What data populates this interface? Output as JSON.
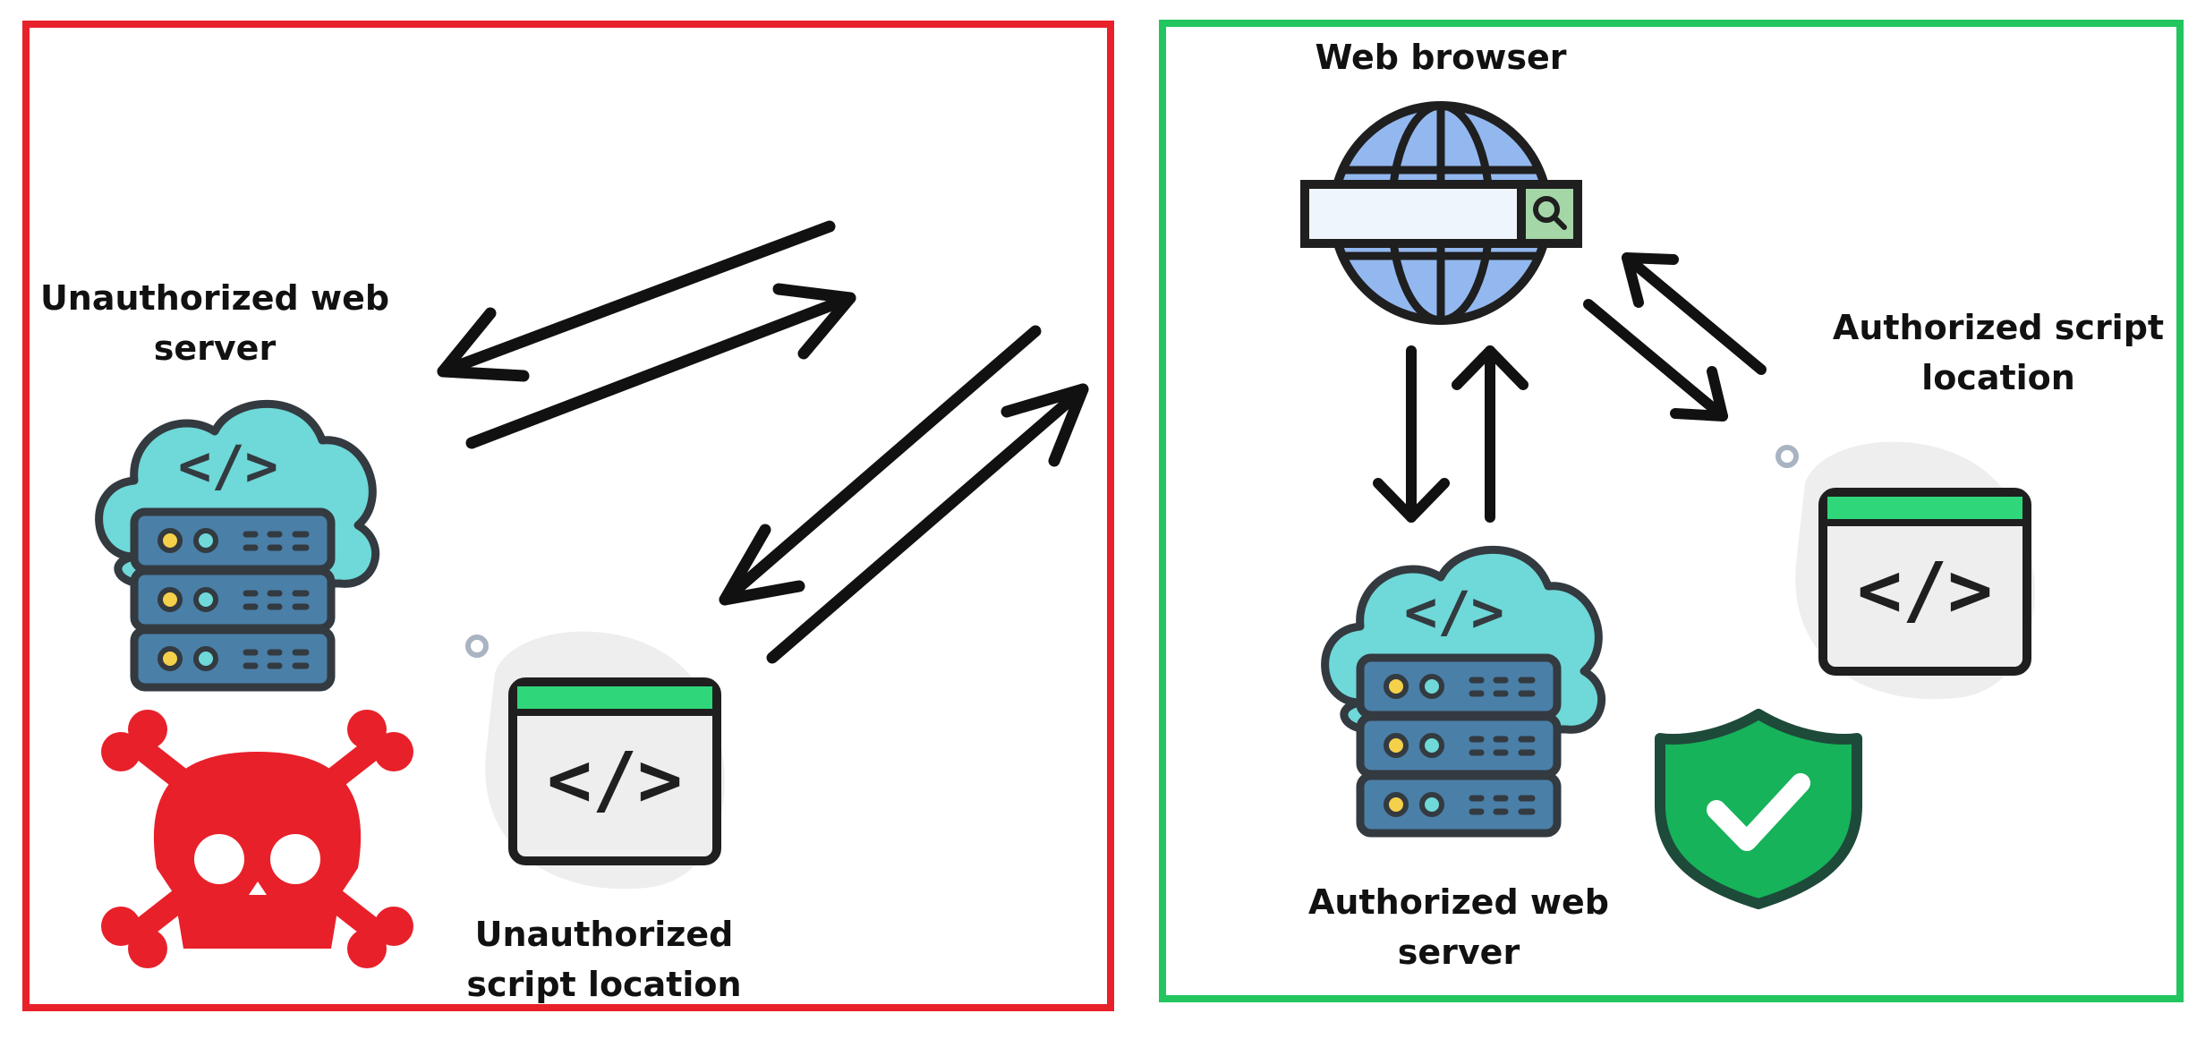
{
  "colors": {
    "unauthorized_frame": "#e8202a",
    "authorized_frame": "#22c55e",
    "cloud": "#6fd8d8",
    "server": "#4a7fa8",
    "globe": "#93b8f0",
    "shield": "#16b35a",
    "skull": "#e8202a"
  },
  "left_panel": {
    "server_label_line1": "Unauthorized web",
    "server_label_line2": "server",
    "script_label_line1": "Unauthorized",
    "script_label_line2": "script location"
  },
  "right_panel": {
    "browser_label": "Web browser",
    "script_label_line1": "Authorized script",
    "script_label_line2": "location",
    "server_label_line1": "Authorized web",
    "server_label_line2": "server"
  },
  "icons": {
    "server": "cloud-server-icon",
    "script": "code-window-icon",
    "browser": "globe-search-icon",
    "danger": "skull-crossbones-icon",
    "trusted": "shield-check-icon"
  }
}
